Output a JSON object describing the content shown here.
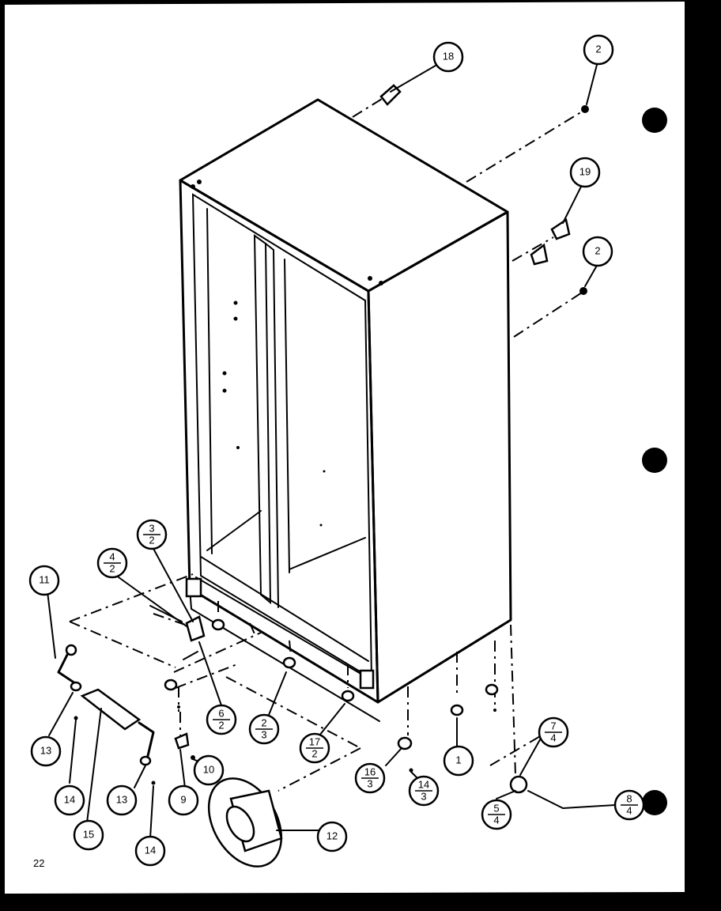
{
  "page_number": "22",
  "callouts": [
    {
      "top": "18"
    },
    {
      "top": "2"
    },
    {
      "top": "19"
    },
    {
      "top": "2"
    },
    {
      "top": "3",
      "bottom": "2"
    },
    {
      "top": "4",
      "bottom": "2"
    },
    {
      "top": "11"
    },
    {
      "top": "6",
      "bottom": "2"
    },
    {
      "top": "2",
      "bottom": "3"
    },
    {
      "top": "17",
      "bottom": "2"
    },
    {
      "top": "1"
    },
    {
      "top": "7",
      "bottom": "4"
    },
    {
      "top": "13"
    },
    {
      "top": "14"
    },
    {
      "top": "15"
    },
    {
      "top": "13"
    },
    {
      "top": "14"
    },
    {
      "top": "9"
    },
    {
      "top": "10"
    },
    {
      "top": "12"
    },
    {
      "top": "16",
      "bottom": "3"
    },
    {
      "top": "14",
      "bottom": "3"
    },
    {
      "top": "5",
      "bottom": "4"
    },
    {
      "top": "8",
      "bottom": "4"
    }
  ]
}
